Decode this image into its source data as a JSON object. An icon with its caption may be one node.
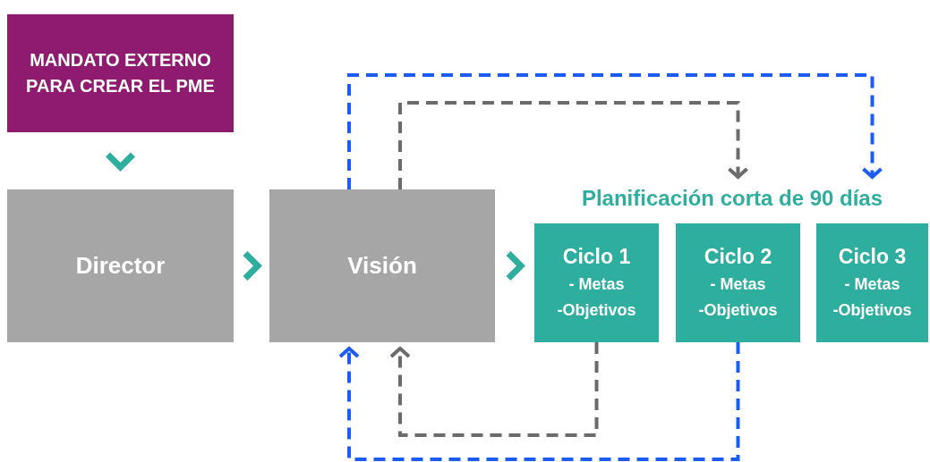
{
  "diagram": {
    "nodes": [
      {
        "text": [
          "MANDATO EXTERNO PARA CREAR EL PME"
        ]
      },
      {
        "text": [
          "Director"
        ]
      },
      {
        "text": [
          "Visión"
        ]
      },
      {
        "text": [
          "Ciclo 1",
          "- Metas",
          "-Objetivos"
        ]
      },
      {
        "text": [
          "Ciclo 2",
          "- Metas",
          "-Objetivos"
        ]
      },
      {
        "text": [
          "Ciclo 3",
          "- Metas",
          "-Objetivos"
        ]
      }
    ],
    "edges": [
      {
        "from": 0,
        "to": 1,
        "arrow": "to",
        "color": "#2dae9f"
      },
      {
        "from": 1,
        "to": 2,
        "arrow": "to",
        "color": "#2dae9f"
      },
      {
        "from": 2,
        "to": 3,
        "arrow": "to",
        "color": "#2dae9f"
      },
      {
        "from": 2,
        "to": 5,
        "arrow": "to",
        "style": "dashed",
        "color": "#1c5cf5"
      },
      {
        "from": 2,
        "to": 4,
        "arrow": "to",
        "style": "dashed",
        "color": "#6b6b6b"
      },
      {
        "from": 3,
        "to": 2,
        "arrow": "to",
        "style": "dashed",
        "color": "#6b6b6b"
      },
      {
        "from": 4,
        "to": 2,
        "arrow": "to",
        "style": "dashed",
        "color": "#1c5cf5"
      }
    ],
    "labels": [
      "Planificación corta de 90 días"
    ]
  }
}
